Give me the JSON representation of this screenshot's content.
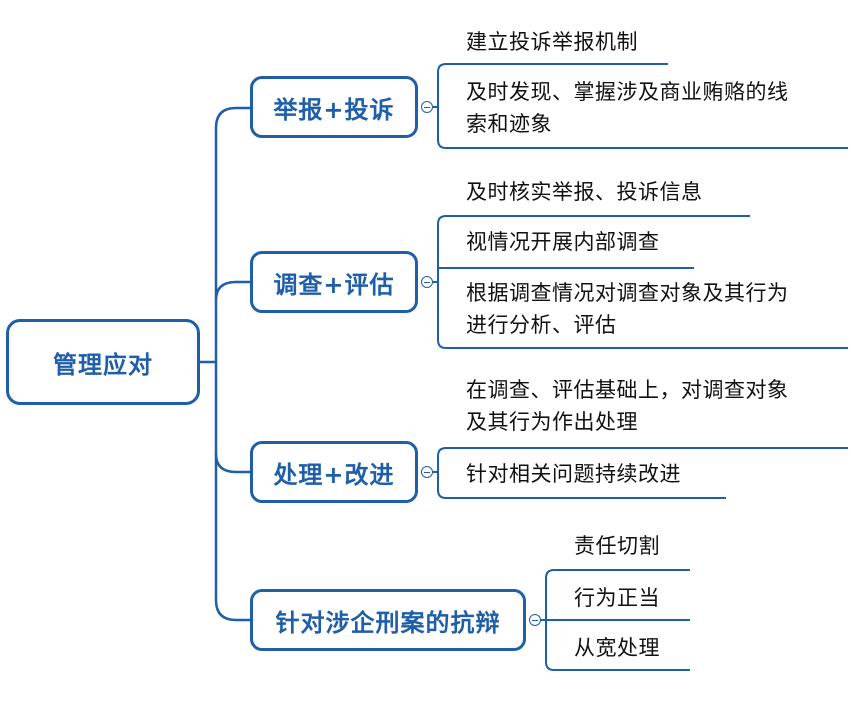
{
  "root": {
    "label": "管理应对"
  },
  "branches": [
    {
      "label": "举报+投诉",
      "items": [
        "建立投诉举报机制",
        "及时发现、掌握涉及商业贿赂的线\n索和迹象"
      ]
    },
    {
      "label": "调查+评估",
      "items": [
        "及时核实举报、投诉信息",
        "视情况开展内部调查",
        "根据调查情况对调查对象及其行为\n进行分析、评估"
      ]
    },
    {
      "label": "处理+改进",
      "items": [
        "在调查、评估基础上，对调查对象\n及其行为作出处理",
        "针对相关问题持续改进"
      ]
    },
    {
      "label": "针对涉企刑案的抗辩",
      "items": [
        "责任切割",
        "行为正当",
        "从宽处理"
      ]
    }
  ],
  "colors": {
    "primary": "#1f5ea8",
    "text": "#111111"
  }
}
